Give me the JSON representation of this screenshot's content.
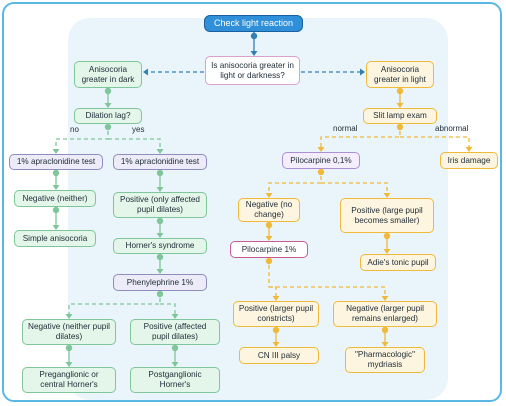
{
  "colors": {
    "frame": "#59b8e6",
    "green_line": "#7fc79a",
    "yellow_line": "#f0b93a",
    "blue_line": "#2f7fb8",
    "top_node": "#2f8fd8"
  },
  "nodes": {
    "start": "Check light reaction",
    "question": "Is anisocoria greater in light or darkness?",
    "dark": "Anisocoria greater in dark",
    "light": "Anisocoria greater in light",
    "dilation_lag": "Dilation lag?",
    "apraclonidine_no": "1% apraclonidine test",
    "apraclonidine_yes": "1% apraclonidine test",
    "negative_neither": "Negative (neither)",
    "simple_anisocoria": "Simple anisocoria",
    "positive_affected": "Positive (only affected pupil dilates)",
    "horners": "Horner's syndrome",
    "phenylephrine": "Phenylephrine 1%",
    "negative_neither_dilates": "Negative (neither pupil dilates)",
    "positive_affected_dilates": "Positive (affected pupil dilates)",
    "preganglionic": "Preganglionic or central Horner's",
    "postganglionic": "Postganglionic Horner's",
    "slit_lamp": "Slit lamp exam",
    "iris_damage": "Iris damage",
    "pilocarpine_01": "Pilocarpine 0,1%",
    "negative_no_change": "Negative (no change)",
    "positive_large_smaller": "Positive (large pupil becomes smaller)",
    "adies": "Adie's tonic pupil",
    "pilocarpine_1": "Pilocarpine 1%",
    "positive_larger_constricts": "Positive (larger pupil constricts)",
    "negative_larger_enlarged": "Negative (larger pupil remains enlarged)",
    "cn3": "CN III palsy",
    "pharmacologic": "\"Pharmacologic\" mydriasis"
  },
  "edge_labels": {
    "no": "no",
    "yes": "yes",
    "normal": "normal",
    "abnormal": "abnormal"
  }
}
